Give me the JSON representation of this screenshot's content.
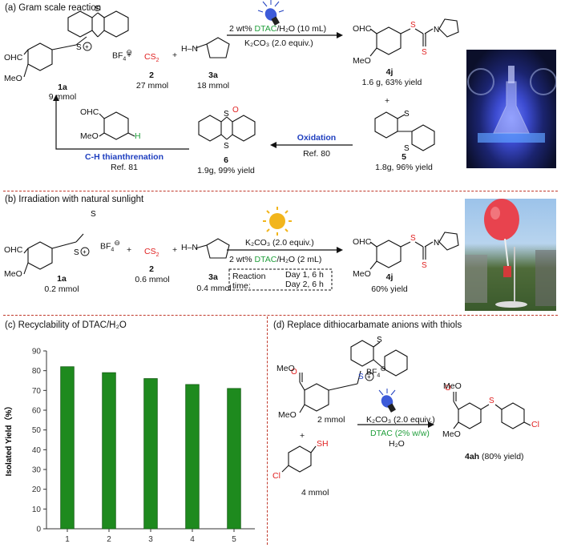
{
  "panel_a": {
    "title": "(a) Gram scale reaction",
    "cho": "OHC",
    "meo": "MeO",
    "bf4": "BF",
    "bf4_sub": "4",
    "plus1": "+",
    "plus2": "+",
    "cs2": "CS",
    "cs2_sub": "2",
    "cmpd1_label": "1a",
    "cmpd1_amount": "9 mmol",
    "cmpd2_label": "2",
    "cmpd2_amount": "27 mmol",
    "cmpd3_label": "3a",
    "cmpd3_amount": "18 mmol",
    "nh": "H–N",
    "cond1": "2 wt% ",
    "cond1_dtac": "DTAC",
    "cond1_rest": "/H₂O (10 mL)",
    "cond2": "K₂CO₃ (2.0 equiv.)",
    "prod_label": "4j",
    "prod_yield": "1.6 g, 63% yield",
    "plus3": "+",
    "cmpd5_label": "5",
    "cmpd5_yield": "1.8g, 96% yield",
    "oxidation": "Oxidation",
    "ref80": "Ref. 80",
    "cmpd6_label": "6",
    "cmpd6_yield": "1.9g, 99% yield",
    "ch_label": "C-H thianthrenation",
    "ref81": "Ref. 81",
    "h_atom": "H",
    "o_atom": "O",
    "s_atom": "S"
  },
  "panel_b": {
    "title": "(b) Irradiation with natural sunlight",
    "cmpd1_label": "1a",
    "cmpd1_amount": "0.2 mmol",
    "cmpd2_label": "2",
    "cmpd2_amount": "0.6 mmol",
    "cmpd3_label": "3a",
    "cmpd3_amount": "0.4 mmol",
    "cond1": "K₂CO₃ (2.0 equiv.)",
    "cond2": "2 wt% ",
    "cond2_dtac": "DTAC",
    "cond2_rest": "/H₂O (2 mL)",
    "reaction_label": "Reaction",
    "time_label": "time:",
    "day1": "Day 1, 6 h",
    "day2": "Day 2, 6 h",
    "prod_label": "4j",
    "prod_yield": "60% yield"
  },
  "panel_c": {
    "title": "(c) Recyclability of DTAC/H₂O"
  },
  "panel_d": {
    "title": "(d) Replace dithiocarbamate anions with thiols",
    "meo2c": "MeO",
    "amount1": "2 mmol",
    "plus": "+",
    "sh": "SH",
    "cl": "Cl",
    "amount2": "4 mmol",
    "cond1": "K₂CO₃ (2.0 equiv.)",
    "cond2": "DTAC (2% w/w)",
    "cond3": "H₂O",
    "prod_label": "4ah",
    "prod_yield": " (80% yield)"
  },
  "chart_data": {
    "type": "bar",
    "categories": [
      "1",
      "2",
      "3",
      "4",
      "5"
    ],
    "values": [
      82,
      79,
      76,
      73,
      71
    ],
    "ylabel": "Isolated Yield（%）",
    "xlabel": "",
    "ylim": [
      0,
      90
    ],
    "yticks": [
      0,
      10,
      20,
      30,
      40,
      50,
      60,
      70,
      80,
      90
    ],
    "bar_color": "#1e8a1e",
    "grid": false
  },
  "colors": {
    "divider": "#c0392b",
    "red": "#e02020",
    "green": "#1f9e3a",
    "blue": "#1f3fbf"
  }
}
